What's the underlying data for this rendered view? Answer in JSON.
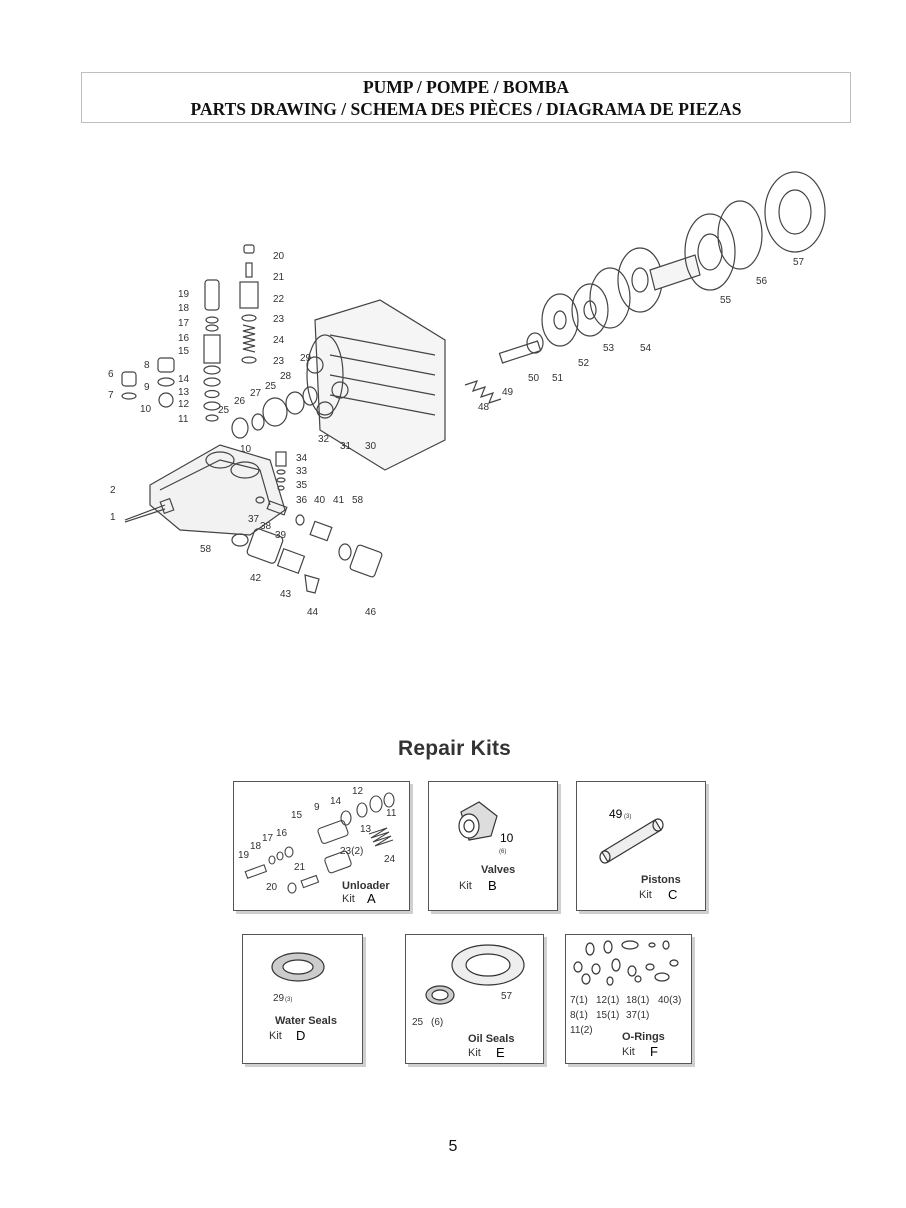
{
  "header": {
    "line1": "PUMP / POMPE / BOMBA",
    "line2": "PARTS DRAWING / SCHEMA DES PIÈCES / DIAGRAMA DE PIEZAS"
  },
  "diagram": {
    "part_numbers": [
      "1",
      "2",
      "6",
      "7",
      "8",
      "9",
      "10",
      "11",
      "12",
      "13",
      "14",
      "15",
      "16",
      "17",
      "18",
      "19",
      "20",
      "21",
      "22",
      "23",
      "24",
      "25",
      "26",
      "27",
      "28",
      "29",
      "30",
      "31",
      "32",
      "33",
      "34",
      "35",
      "36",
      "37",
      "38",
      "39",
      "40",
      "41",
      "42",
      "43",
      "44",
      "46",
      "48",
      "49",
      "50",
      "51",
      "52",
      "53",
      "54",
      "55",
      "56",
      "57",
      "58"
    ]
  },
  "repair_kits": {
    "title": "Repair Kits",
    "kit_word": "Kit",
    "kits": [
      {
        "name": "Unloader",
        "letter": "A",
        "parts": [
          "9",
          "11",
          "12",
          "13",
          "14",
          "15",
          "16",
          "17",
          "18",
          "19",
          "20",
          "23(2)",
          "24"
        ]
      },
      {
        "name": "Valves",
        "letter": "B",
        "parts": [
          "10"
        ],
        "qty": "(6)"
      },
      {
        "name": "Pistons",
        "letter": "C",
        "parts": [
          "49"
        ],
        "qty": "(3)"
      },
      {
        "name": "Water Seals",
        "letter": "D",
        "parts": [
          "29"
        ],
        "qty": "(3)"
      },
      {
        "name": "Oil Seals",
        "letter": "E",
        "parts": [
          "25",
          "57"
        ],
        "qty": "(6)"
      },
      {
        "name": "O-Rings",
        "letter": "F",
        "parts": [
          "7(1)",
          "12(1)",
          "18(1)",
          "40(3)",
          "8(1)",
          "15(1)",
          "37(1)",
          "11(2)"
        ]
      }
    ]
  },
  "page_number": "5"
}
